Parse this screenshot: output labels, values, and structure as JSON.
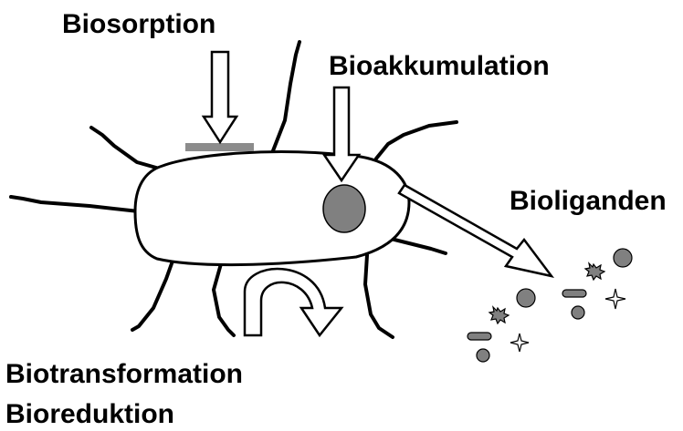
{
  "labels": {
    "biosorption": "Biosorption",
    "bioakkumulation": "Bioakkumulation",
    "bioliganden": "Bioliganden",
    "biotransformation": "Biotransformation",
    "bioreduktion": "Bioreduktion"
  },
  "colors": {
    "ink": "#000000",
    "background": "#ffffff",
    "particle": "#808080",
    "surface_bar": "#8c8c8c"
  }
}
